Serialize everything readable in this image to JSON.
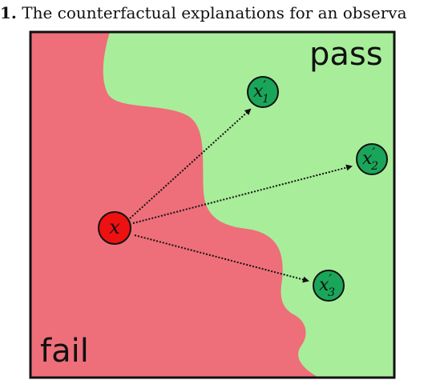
{
  "caption": {
    "figure_number": "1.",
    "text": "The counterfactual explanations for an observa"
  },
  "regions": {
    "pass_label": "pass",
    "fail_label": "fail",
    "pass_color": "#a8ee9a",
    "fail_color": "#ee6f7a"
  },
  "observation": {
    "label": "x",
    "color": "#ee1111"
  },
  "counterfactuals": {
    "color": "#1aa65a",
    "items": [
      {
        "base": "x",
        "prime": "′",
        "sub": "1"
      },
      {
        "base": "x",
        "prime": "′",
        "sub": "2"
      },
      {
        "base": "x",
        "prime": "′",
        "sub": "3"
      }
    ]
  }
}
